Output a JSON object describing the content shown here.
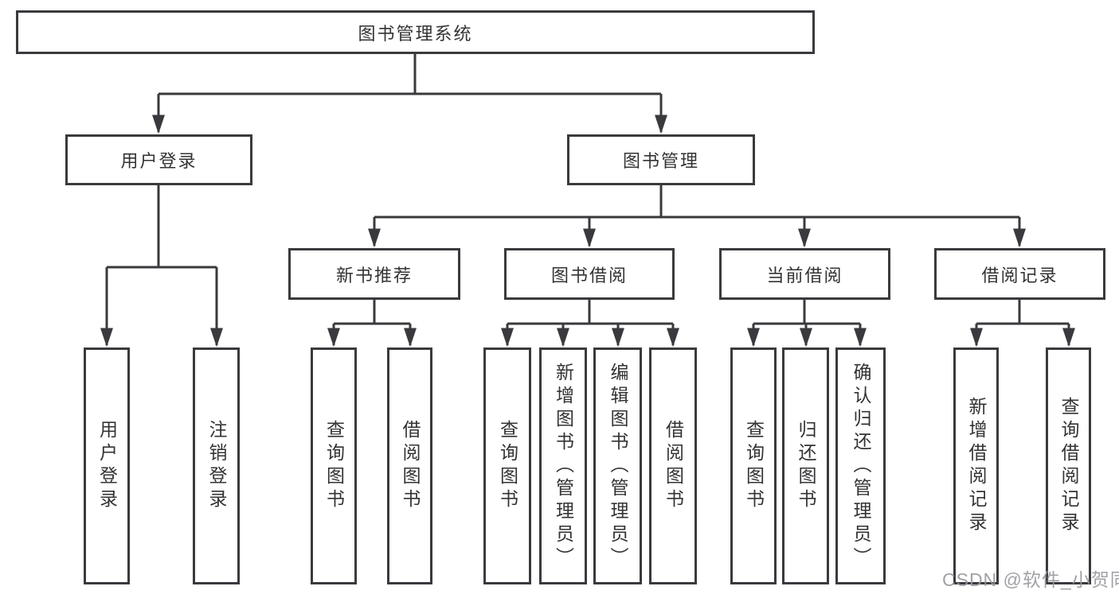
{
  "watermark": {
    "text": "CSDN @软件_小贺同学",
    "color": "#98999e"
  },
  "style": {
    "line_color": "#3a3a3e",
    "box_border_color": "#3a3a3e",
    "text_color": "#333336",
    "background": "#ffffff"
  },
  "tree": {
    "root": {
      "label": "图书管理系统"
    },
    "branches": [
      {
        "label": "用户登录",
        "children": [
          {
            "label": "用户登录"
          },
          {
            "label": "注销登录"
          }
        ]
      },
      {
        "label": "图书管理",
        "children": [
          {
            "label": "新书推荐",
            "children": [
              {
                "label": "查询图书"
              },
              {
                "label": "借阅图书"
              }
            ]
          },
          {
            "label": "图书借阅",
            "children": [
              {
                "label": "查询图书"
              },
              {
                "label": "新增图书（管理员）"
              },
              {
                "label": "编辑图书（管理员）"
              },
              {
                "label": "借阅图书"
              }
            ]
          },
          {
            "label": "当前借阅",
            "children": [
              {
                "label": "查询图书"
              },
              {
                "label": "归还图书"
              },
              {
                "label": "确认归还（管理员）"
              }
            ]
          },
          {
            "label": "借阅记录",
            "children": [
              {
                "label": "新增借阅记录"
              },
              {
                "label": "查询借阅记录"
              }
            ]
          }
        ]
      }
    ]
  }
}
